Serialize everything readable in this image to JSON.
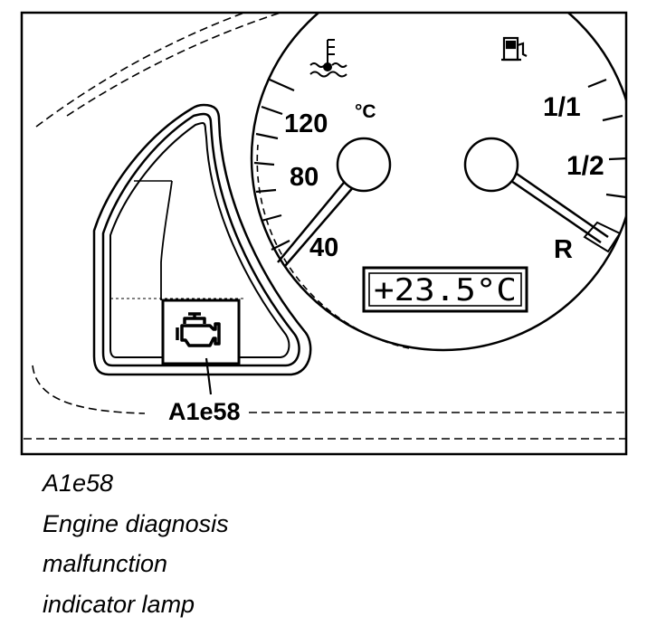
{
  "temp_gauge": {
    "scale_labels": [
      "120",
      "80",
      "40"
    ],
    "unit": "°C",
    "icon": "coolant-temperature-icon"
  },
  "fuel_gauge": {
    "scale_labels": [
      "1/1",
      "1/2",
      "R"
    ],
    "icon": "fuel-pump-icon"
  },
  "display": {
    "value": "+23.5°C"
  },
  "indicator": {
    "icon": "engine-check-icon",
    "callout": "A1e58"
  },
  "caption": {
    "code": "A1e58",
    "lines": [
      "Engine diagnosis",
      "malfunction",
      "indicator lamp"
    ]
  }
}
